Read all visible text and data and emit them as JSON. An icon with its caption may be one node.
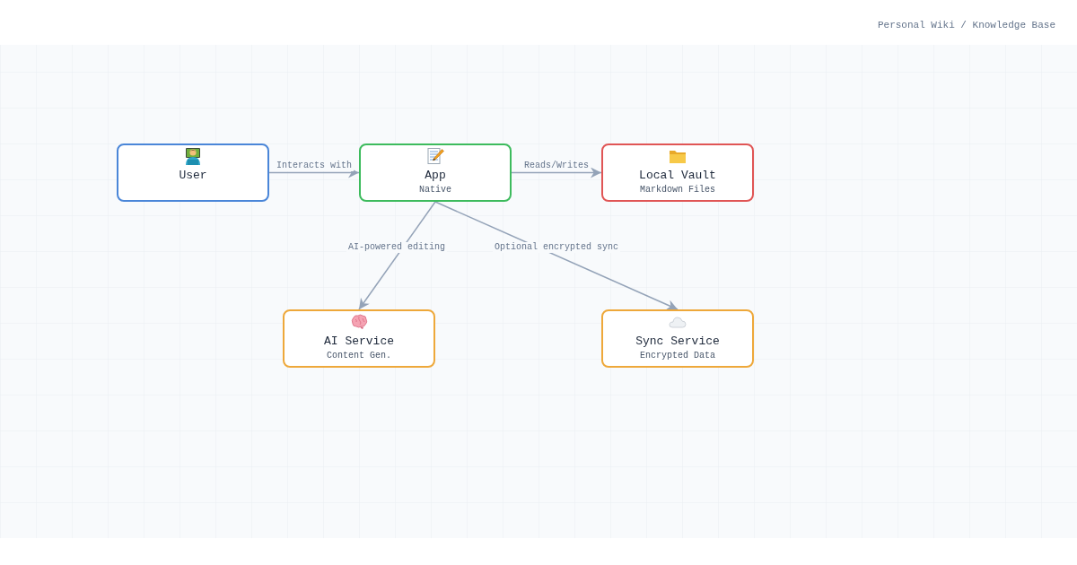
{
  "diagram": {
    "nodes": [
      {
        "text": [
          "User"
        ]
      },
      {
        "text": [
          "App",
          "Native"
        ]
      },
      {
        "text": [
          "Local Vault",
          "Markdown Files"
        ]
      },
      {
        "text": [
          "AI Service",
          "Content Gen."
        ]
      },
      {
        "text": [
          "Sync Service",
          "Encrypted Data"
        ]
      }
    ],
    "edges": [
      {
        "from": 0,
        "to": 1,
        "arrow": "to",
        "label": "Interacts with"
      },
      {
        "from": 1,
        "to": 2,
        "arrow": "to",
        "label": "Reads/Writes"
      },
      {
        "from": 1,
        "to": 3,
        "arrow": "to",
        "label": "AI-powered editing"
      },
      {
        "from": 1,
        "to": 4,
        "arrow": "to",
        "label": "Optional encrypted sync"
      }
    ],
    "labels": [
      "Personal Wiki / Knowledge Base"
    ]
  }
}
